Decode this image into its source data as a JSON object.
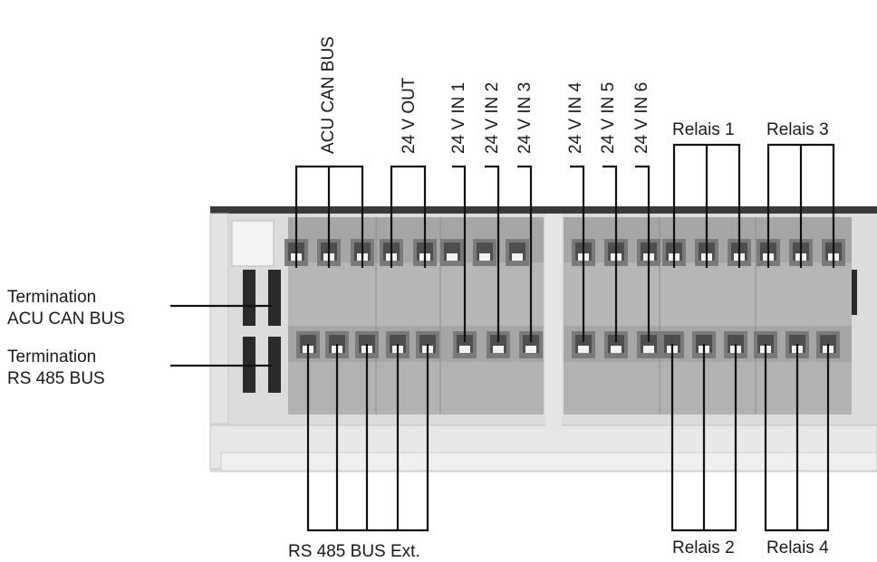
{
  "labels": {
    "termination_can": [
      "Termination",
      "ACU CAN BUS"
    ],
    "termination_rs485": [
      "Termination",
      "RS 485 BUS"
    ],
    "acu_can_bus": "ACU CAN BUS",
    "v24_out": "24 V OUT",
    "in1": "24 V IN 1",
    "in2": "24 V IN 2",
    "in3": "24 V IN 3",
    "in4": "24 V IN 4",
    "in5": "24 V IN 5",
    "in6": "24 V IN 6",
    "relais1": "Relais 1",
    "relais2": "Relais 2",
    "relais3": "Relais 3",
    "relais4": "Relais 4",
    "rs485_ext": "RS 485 BUS Ext."
  },
  "colors": {
    "housing": "#d9d9d9",
    "terminal_block": "#a9a9a9",
    "terminal_dark": "#6e6e6e",
    "line": "#111111"
  }
}
